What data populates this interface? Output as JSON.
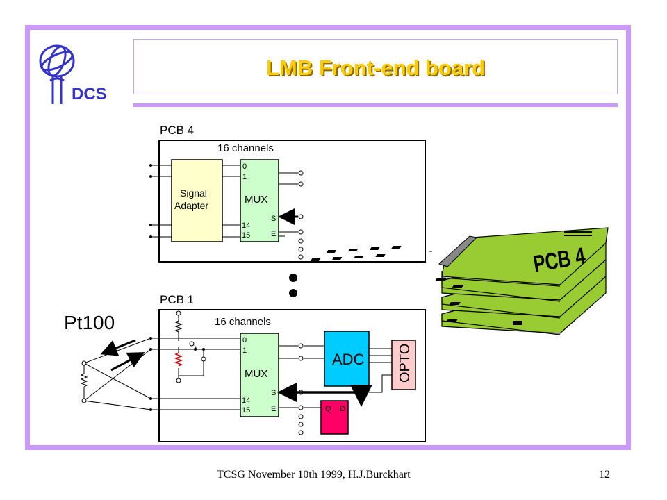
{
  "slide": {
    "title": "LMB Front-end board",
    "logo_label": "DCS",
    "footer_left": "TCSG November 10th 1999, H.J.Burckhart",
    "page_number": "12"
  },
  "diagram": {
    "pcb4": {
      "label": "PCB 4",
      "channels_label": "16 channels",
      "adapter_line1": "Signal",
      "adapter_line2": "Adapter",
      "mux_label": "MUX",
      "pin_0": "0",
      "pin_1": "1",
      "pin_14": "14",
      "pin_15": "15",
      "pin_s": "S",
      "pin_e": "E"
    },
    "pcb1": {
      "label": "PCB 1",
      "channels_label": "16 channels",
      "mux_label": "MUX",
      "adc_label": "ADC",
      "opto_label": "OPTO",
      "ff_q": "Q",
      "ff_d": "D",
      "pin_0": "0",
      "pin_1": "1",
      "pin_14": "14",
      "pin_15": "15",
      "pin_s": "S",
      "pin_e": "E"
    },
    "sensor_label": "Pt100",
    "stack_label": "PCB 4",
    "colors": {
      "frame": "#cc99ff",
      "title": "#ffcc00",
      "adapter": "#ffffcc",
      "mux": "#ccffcc",
      "adc": "#00ccff",
      "opto": "#ffcccc",
      "flipflop": "#ff0066",
      "board": "#99cc33",
      "logo": "#3333cc"
    }
  }
}
